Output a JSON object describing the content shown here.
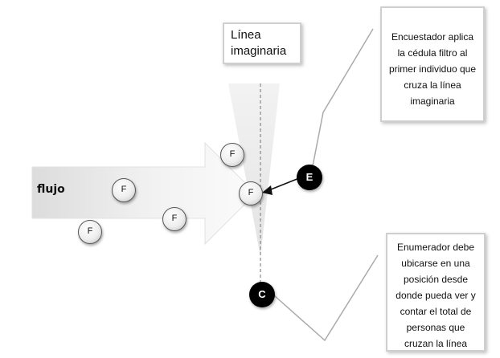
{
  "line_label": "Línea imaginaria",
  "flow_label": "flujo",
  "figure_letter": "F",
  "interviewer": {
    "letter": "E",
    "note": "Encuestador aplica la cédula filtro al primer individuo que cruza la línea imaginaria"
  },
  "counter": {
    "letter": "C",
    "note": "Enumerador debe ubicarse en una posición desde donde pueda ver y contar el total de personas que cruzan la línea"
  }
}
